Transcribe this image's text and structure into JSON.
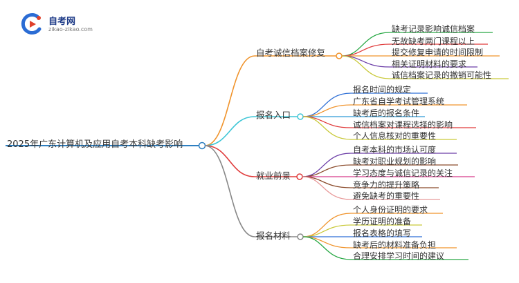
{
  "logo": {
    "title": "自考网",
    "url": "zikao-zikao.com",
    "colors": {
      "blue": "#2b6cd4",
      "red": "#e0412b",
      "navy": "#1f3c88"
    }
  },
  "root": {
    "label": "2025年广东计算机及应用自考本科缺考影响"
  },
  "branches": [
    {
      "label": "自考诚信档案修复",
      "color": "#f0932b",
      "leaves": [
        {
          "label": "缺考记录影响诚信档案",
          "color": "#27a844"
        },
        {
          "label": "无故缺考两门课程以上",
          "color": "#e03b3b"
        },
        {
          "label": "提交修复申请的时间限制",
          "color": "#f0932b"
        },
        {
          "label": "相关证明材料的要求",
          "color": "#6c3fa8"
        },
        {
          "label": "诚信档案记录的撤销可能性",
          "color": "#c9c93a"
        }
      ]
    },
    {
      "label": "报名入口",
      "color": "#3ec6d6",
      "leaves": [
        {
          "label": "报名时间的规定",
          "color": "#2e6fd6"
        },
        {
          "label": "广东省自学考试管理系统",
          "color": "#f0932b"
        },
        {
          "label": "缺考后的报名条件",
          "color": "#2e9ad6"
        },
        {
          "label": "诚信档案对课程选择的影响",
          "color": "#e03b3b"
        },
        {
          "label": "个人信息核对的重要性",
          "color": "#c9c93a"
        }
      ]
    },
    {
      "label": "就业前景",
      "color": "#e03b3b",
      "leaves": [
        {
          "label": "自考本科的市场认可度",
          "color": "#6c3fa8"
        },
        {
          "label": "缺考对职业规划的影响",
          "color": "#8a4a2a"
        },
        {
          "label": "学习态度与诚信记录的关注",
          "color": "#d63a8a"
        },
        {
          "label": "竞争力的提升策略",
          "color": "#8a4a2a"
        },
        {
          "label": "避免缺考的重要性",
          "color": "#e89a9a"
        }
      ]
    },
    {
      "label": "报名材料",
      "color": "#888888",
      "leaves": [
        {
          "label": "个人身份证明的要求",
          "color": "#f0932b"
        },
        {
          "label": "学历证明的准备",
          "color": "#c9c93a"
        },
        {
          "label": "报名表格的填写",
          "color": "#2e6fd6"
        },
        {
          "label": "缺考后的材料准备负担",
          "color": "#f0932b"
        },
        {
          "label": "合理安排学习时间的建议",
          "color": "#27a844"
        }
      ]
    }
  ],
  "root_line_color": "#2e7fc1"
}
